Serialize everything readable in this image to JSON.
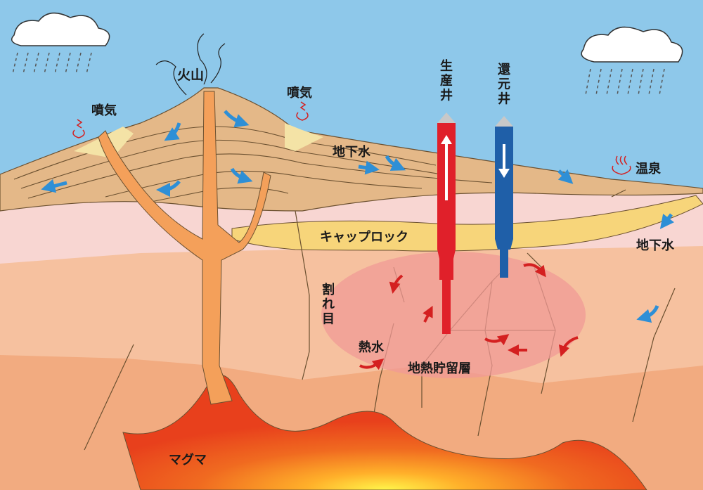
{
  "labels": {
    "volcano": "火山",
    "fumarole_left": "噴気",
    "fumarole_right": "噴気",
    "groundwater_top": "地下水",
    "groundwater_right": "地下水",
    "hot_spring": "温泉",
    "production_well": "生産井",
    "reinjection_well": "還元井",
    "cap_rock": "キャップロック",
    "fracture": "割れ目",
    "hot_water": "熱水",
    "reservoir": "地熱貯留層",
    "magma": "マグマ"
  },
  "colors": {
    "sky": "#8ec8ea",
    "production_well": "#e0202a",
    "reinjection_well": "#1f5fa8",
    "groundwater_arrow": "#2e8fd6",
    "hot_water_arrow": "#d42020",
    "magma": "#e8401c",
    "cap_rock": "#f7d57a",
    "reservoir": "#f09a96"
  },
  "icons": [
    "cloud-icon",
    "rain-icon",
    "steam-icon",
    "hot-spring-icon",
    "flow-arrow-icon"
  ]
}
